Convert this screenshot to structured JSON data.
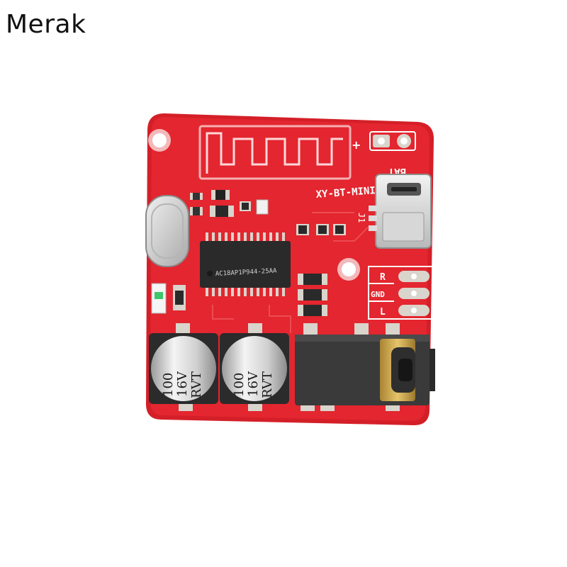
{
  "brand": {
    "text": "Merak"
  },
  "board": {
    "model_label": "XY-BT-MINI",
    "battery_label": "BAT",
    "jack_label": "J1",
    "audio_pins": [
      "R",
      "GND",
      "L"
    ],
    "chip_marking": "AC18AP1P944-25AA",
    "chip_marking_short": "AC18",
    "crystal_marking": "",
    "capacitors": [
      {
        "value": "100",
        "voltage": "16V",
        "brand": "RVT"
      },
      {
        "value": "100",
        "voltage": "16V",
        "brand": "RVT"
      }
    ],
    "colors": {
      "pcb": "#e3262f",
      "pcb_dark": "#b81a22",
      "trace": "#f0555c",
      "copper": "#d9d4cc",
      "silk": "#ffffff",
      "chip": "#2a2a2a",
      "cap_body": "#d8d8d8",
      "cap_top": "#f2f2f2",
      "jack": "#3a3a3a",
      "gold": "#c9a14a"
    }
  }
}
